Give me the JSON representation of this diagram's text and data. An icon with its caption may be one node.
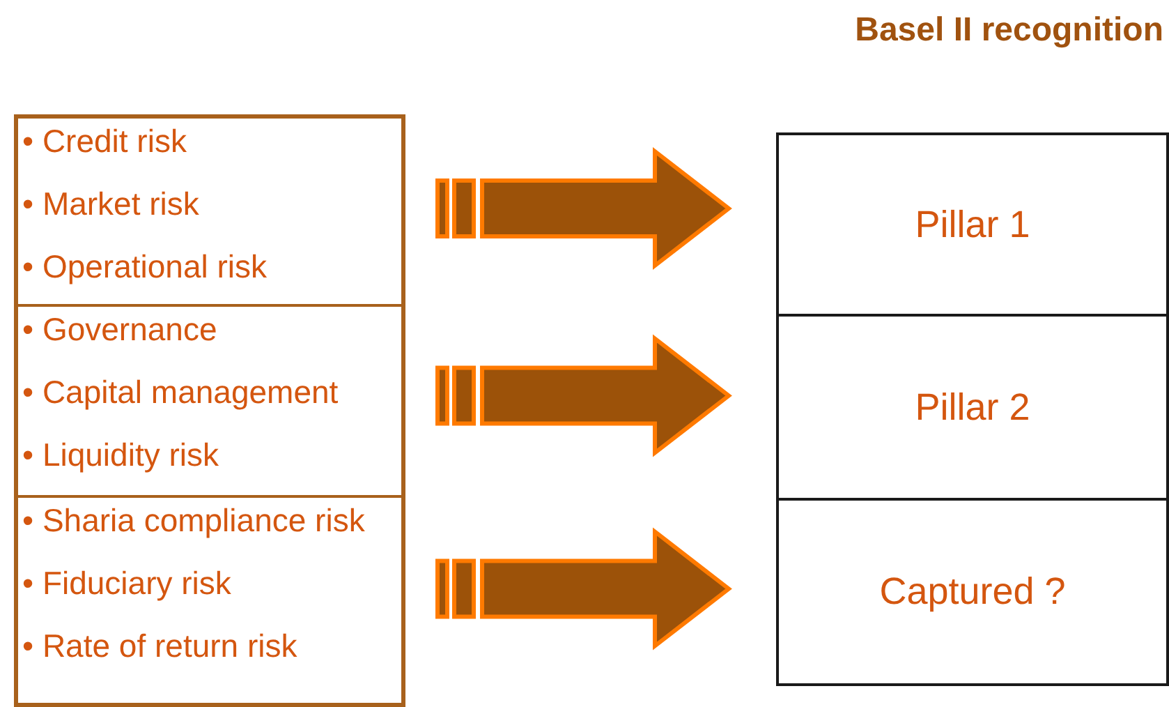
{
  "diagram": {
    "title": "Basel II recognition",
    "nodes": [
      {
        "text": [
          "• Credit risk",
          "• Market risk",
          "• Operational risk"
        ]
      },
      {
        "text": [
          "• Governance",
          "• Capital management",
          "• Liquidity risk"
        ]
      },
      {
        "text": [
          "• Sharia compliance risk",
          "• Fiduciary risk",
          "• Rate of return risk"
        ]
      },
      {
        "text": [
          "Pillar 1"
        ]
      },
      {
        "text": [
          "Pillar 2"
        ]
      },
      {
        "text": [
          "Captured ?"
        ]
      }
    ],
    "edges": [
      {
        "from": 0,
        "to": 3,
        "arrow": "to",
        "style": "thick"
      },
      {
        "from": 1,
        "to": 4,
        "arrow": "to",
        "style": "thick"
      },
      {
        "from": 2,
        "to": 5,
        "arrow": "to",
        "style": "thick"
      }
    ]
  }
}
